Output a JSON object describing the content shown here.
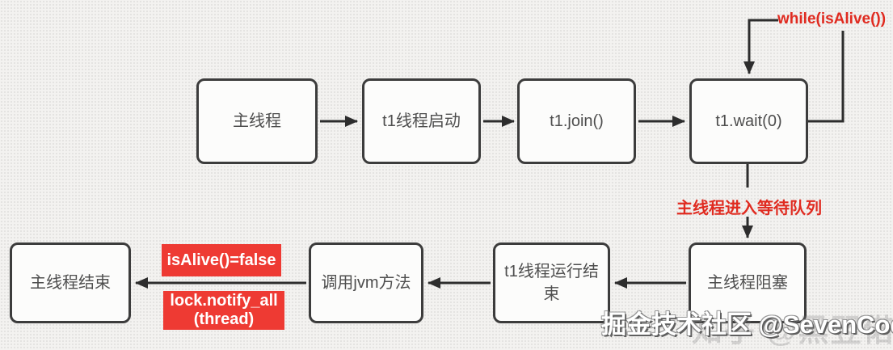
{
  "diagram": {
    "nodes": {
      "main_thread": "主线程",
      "t1_start": "t1线程启动",
      "t1_join": "t1.join()",
      "t1_wait": "t1.wait(0)",
      "main_thread_blocked": "主线程阻塞",
      "t1_run_end": "t1线程运行结束",
      "call_jvm": "调用jvm方法",
      "main_thread_end": "主线程结束"
    },
    "annotations": {
      "while_loop": "while(isAlive())",
      "enter_wait_queue": "主线程进入等待队列",
      "is_alive_false": "isAlive()=false",
      "lock_notify_line1": "lock.notify_all",
      "lock_notify_line2": "(thread)"
    },
    "edges": [
      {
        "from": "main_thread",
        "to": "t1_start"
      },
      {
        "from": "t1_start",
        "to": "t1_join"
      },
      {
        "from": "t1_join",
        "to": "t1_wait"
      },
      {
        "from": "t1_wait",
        "to": "t1_wait",
        "label": "while(isAlive())"
      },
      {
        "from": "t1_wait",
        "to": "main_thread_blocked",
        "label": "主线程进入等待队列"
      },
      {
        "from": "main_thread_blocked",
        "to": "t1_run_end"
      },
      {
        "from": "t1_run_end",
        "to": "call_jvm"
      },
      {
        "from": "call_jvm",
        "to": "main_thread_end",
        "labels": [
          "isAlive()=false",
          "lock.notify_all (thread)"
        ]
      }
    ],
    "colors": {
      "accent_red": "#ee3a33",
      "red_text": "#e02b20",
      "line": "#2d2d2d",
      "node_border": "#3c3c3c",
      "node_fill": "#fcfcfb",
      "node_text": "#4e4e4e",
      "background": "#f3f2f0"
    }
  },
  "watermark": {
    "primary": "掘金技术社区 @SevenCoding",
    "faint_secondary": "知乎 @黑翌偌"
  }
}
